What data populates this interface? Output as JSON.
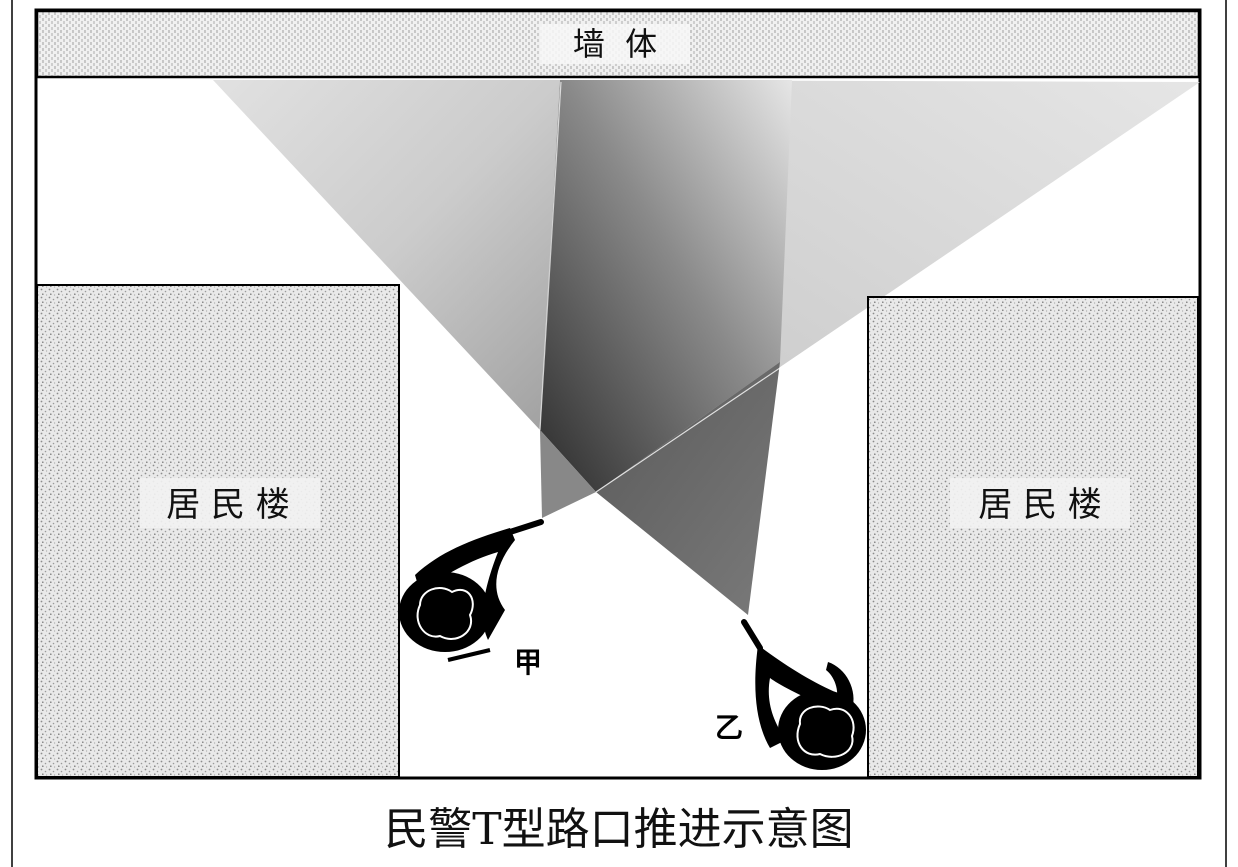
{
  "wall": {
    "label": "墙  体"
  },
  "building_left": {
    "label": "居 民 楼"
  },
  "building_right": {
    "label": "居 民 楼"
  },
  "officer_a": {
    "label": "甲"
  },
  "officer_b": {
    "label": "乙"
  },
  "caption": "民警T型路口推进示意图",
  "colors": {
    "outline": "#000000",
    "hatch_background": "#e8e8e8",
    "hatch_dot": "#8a8a8a",
    "cone_light": "#d4d4d4",
    "cone_dark": "#333333"
  }
}
